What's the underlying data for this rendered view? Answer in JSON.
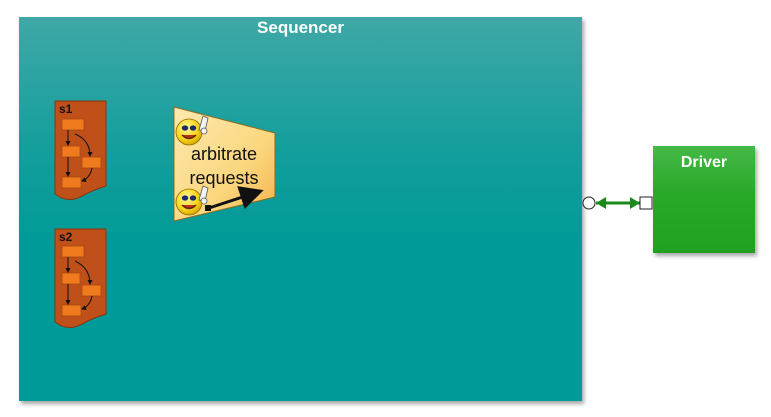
{
  "sequencer": {
    "title": "Sequencer"
  },
  "driver": {
    "title": "Driver"
  },
  "sequences": [
    {
      "label": "s1"
    },
    {
      "label": "s2"
    }
  ],
  "arbiter": {
    "line1": "arbitrate",
    "line2": "requests"
  },
  "colors": {
    "sequencer": "#009a98",
    "driver": "#2aa82a",
    "sequence_doc": "#c0501a",
    "sequence_step": "#f07a1e",
    "arbiter": "#fbd77e",
    "connector": "#1a8a1a"
  },
  "icons": [
    "smiley-icon",
    "smiley-icon",
    "arrow-icon",
    "port-circle-icon",
    "port-square-icon"
  ]
}
